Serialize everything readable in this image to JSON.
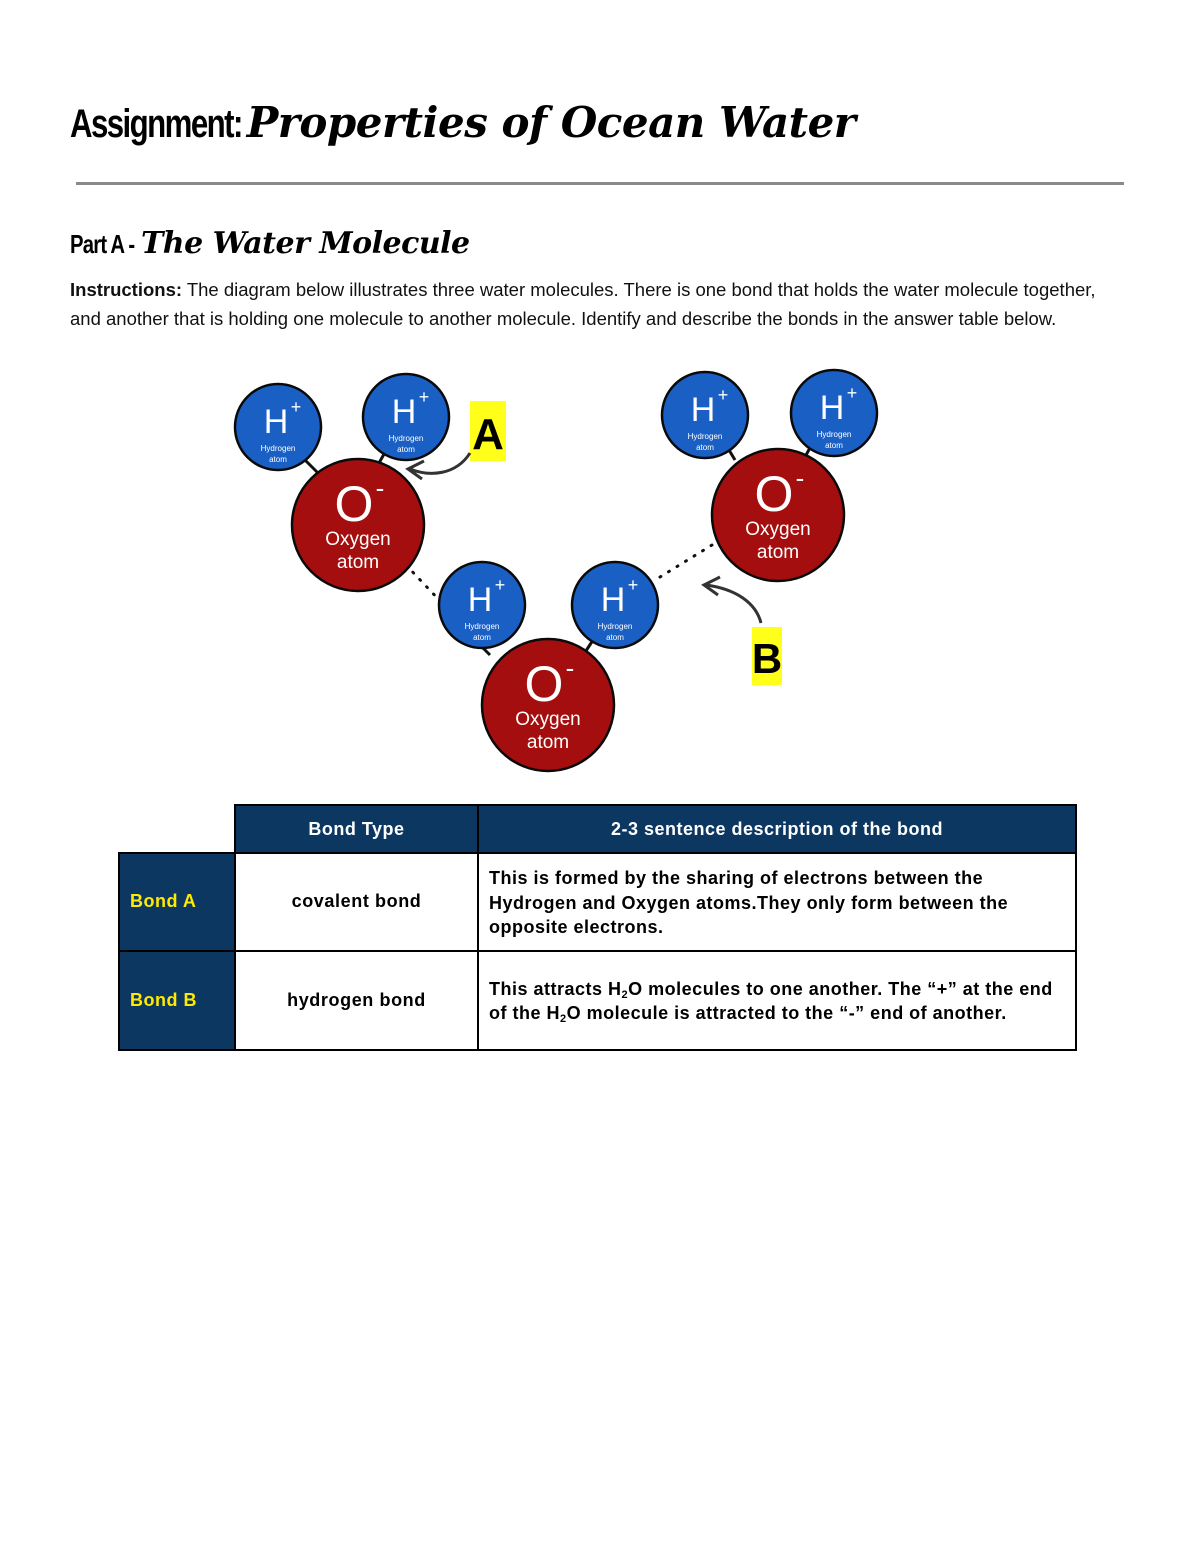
{
  "header": {
    "title_lead": "Assignment:",
    "title_script": "Properties of Ocean Water"
  },
  "section": {
    "lead": "Part A -",
    "script": "The Water Molecule"
  },
  "instructions": {
    "label": "Instructions:",
    "text": " The diagram below illustrates three water molecules. There is one bond that holds the water molecule together, and another that is holding one molecule to another molecule. Identify and describe the bonds in the answer table below."
  },
  "diagram": {
    "colors": {
      "hydrogen": "#1a5fc4",
      "oxygen": "#a50e0e",
      "label_bg": "#ffff1a"
    },
    "hydrogen_symbol": "H",
    "hydrogen_charge": "+",
    "hydrogen_label_1": "Hydrogen",
    "hydrogen_label_2": "atom",
    "oxygen_symbol": "O",
    "oxygen_charge": "-",
    "oxygen_label_1": "Oxygen",
    "oxygen_label_2": "atom",
    "label_a": "A",
    "label_b": "B"
  },
  "table": {
    "headers": [
      "",
      "Bond Type",
      "2-3 sentence description of the bond"
    ],
    "rows": [
      {
        "label": "Bond A",
        "type": "covalent bond",
        "description": "This is formed by the sharing of electrons between the Hydrogen and Oxygen atoms.They only form between the opposite electrons."
      },
      {
        "label": "Bond B",
        "type": "hydrogen bond",
        "description_parts": [
          "This attracts H",
          "2",
          "O molecules to one another. The “+” at the end of the H",
          "2",
          "O molecule is attracted to the “-” end of another."
        ]
      }
    ]
  }
}
